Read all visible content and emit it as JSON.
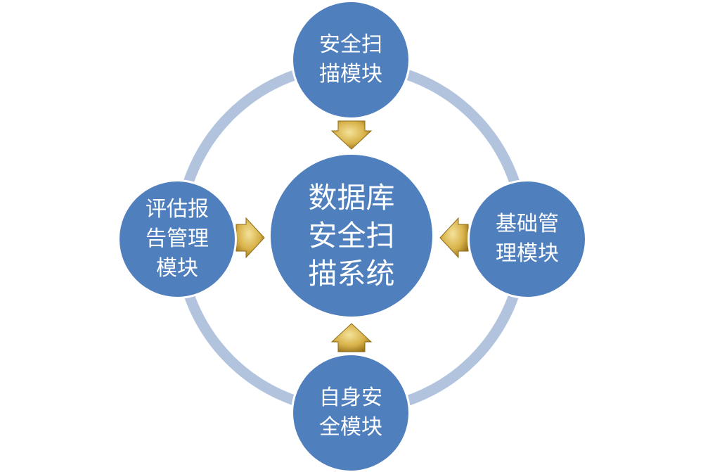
{
  "colors": {
    "node_fill": "#4f7fbd",
    "ring": "#b1c3dd",
    "arrow_light": "#f4e29a",
    "arrow_mid": "#d8b24a",
    "arrow_dark": "#8f6a14"
  },
  "center": {
    "label": "数据库\n安全扫\n描系统"
  },
  "nodes": {
    "top": {
      "label": "安全扫\n描模块"
    },
    "right": {
      "label": "基础管\n理模块"
    },
    "bottom": {
      "label": "自身安\n全模块"
    },
    "left": {
      "label": "评估报\n告管理\n模块"
    }
  }
}
